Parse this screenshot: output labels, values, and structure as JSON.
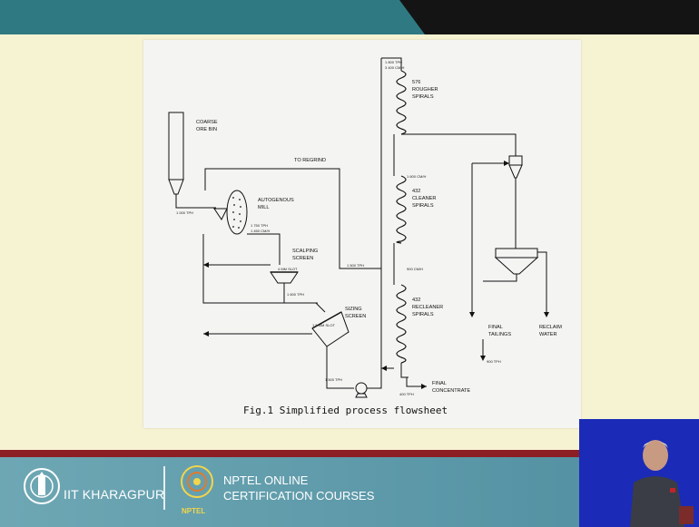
{
  "diagram": {
    "labels": {
      "coarse_ore_bin": [
        "COARSE",
        "ORE BIN"
      ],
      "autogenous_mill": [
        "AUTOGENOUS",
        "MILL"
      ],
      "to_regrind": "TO REGRIND",
      "scalping_screen": [
        "SCALPING",
        "SCREEN"
      ],
      "sizing_screen": [
        "SIZING",
        "SCREEN"
      ],
      "rougher_spirals": [
        "576",
        "ROUGHER",
        "SPIRALS"
      ],
      "cleaner_spirals": [
        "432",
        "CLEANER",
        "SPIRALS"
      ],
      "recleaner_spirals": [
        "432",
        "RECLEANER",
        "SPIRALS"
      ],
      "final_tailings": [
        "FINAL",
        "TAILINGS"
      ],
      "reclaim_water": [
        "RECLAIM",
        "WATER"
      ],
      "final_concentrate": [
        "FINAL",
        "CONCENTRATE"
      ]
    },
    "caption": "Fig.1  Simplified process flowsheet"
  },
  "footer": {
    "iit_name": "IIT KHARAGPUR",
    "nptel_line1": "NPTEL ONLINE",
    "nptel_line2": "CERTIFICATION COURSES",
    "nptel_sub": "NPTEL"
  }
}
